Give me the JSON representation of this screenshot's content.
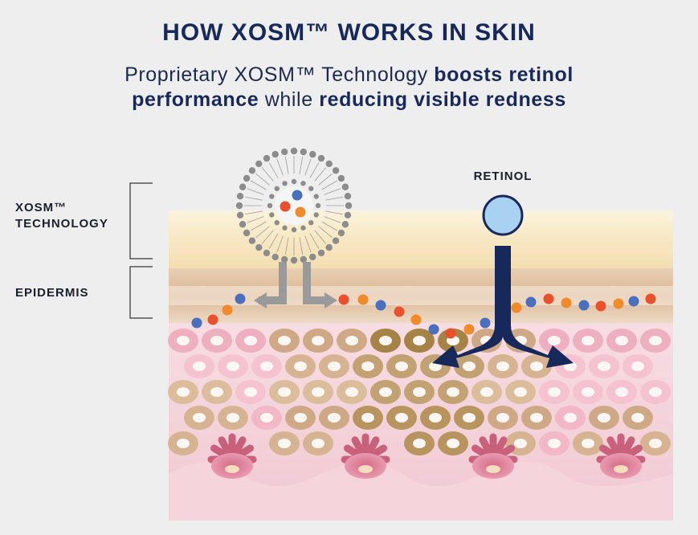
{
  "title": "HOW XOSM™ WORKS IN SKIN",
  "subtitle": {
    "p1": "Proprietary XOSM™ Technology ",
    "b1": "boosts retinol",
    "p2": " ",
    "b2": "performance",
    "p3": " while ",
    "b3": "reducing visible redness"
  },
  "labels": {
    "xosm_line1": "XOSM™",
    "xosm_line2": "TECHNOLOGY",
    "epidermis": "EPIDERMIS",
    "retinol": "RETINOL"
  },
  "colors": {
    "navy": "#17285a",
    "particle_blue": "#4a6fbe",
    "particle_orange": "#f08a2a",
    "particle_red": "#e8512c",
    "retinol_fill": "#a9d1f0",
    "arrow_gray": "#9a9a9a"
  }
}
